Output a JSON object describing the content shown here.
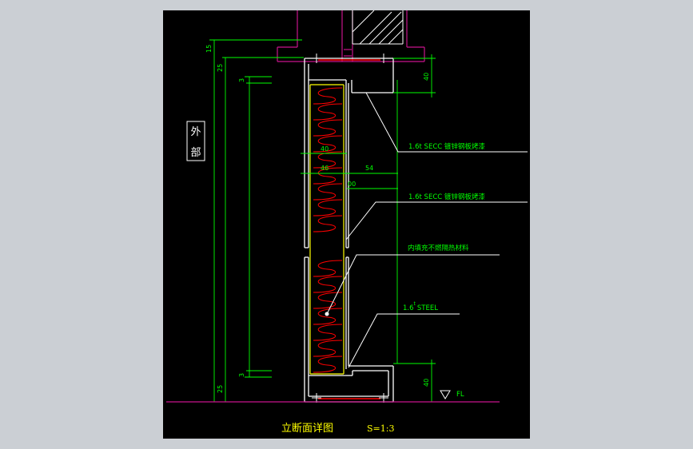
{
  "colors": {
    "background": "#cbcfd4",
    "canvas": "#000000",
    "panel_white": "#ffffff",
    "dimension_green": "#00ff00",
    "red_insulation": "#ff0000",
    "magenta_frame": "#c8148c",
    "yellow_title": "#ffff00",
    "cyan_title": "#00ffff"
  },
  "drawing": {
    "side_label": [
      "外",
      "部"
    ],
    "dims": {
      "d15": "15",
      "d25_top": "25",
      "d3_top": "3",
      "d40_top": "40",
      "d40_mid": "40",
      "d46": "46",
      "d54": "54",
      "d00": "00",
      "d3_bot": "3",
      "d25_bot": "25",
      "d40_bot": "40"
    },
    "callouts": {
      "secc_1": "1.6t SECC 镀锌钢板烤漆",
      "secc_2": "1.6t SECC 镀锌钢板烤漆",
      "infill": "内填充不燃隔热材料",
      "steel_prefix": "1.6",
      "steel_sup": "t",
      "steel_suffix": "STEEL"
    },
    "floor_label": "FL",
    "title": "立断面详图",
    "scale": "S=1:3"
  }
}
